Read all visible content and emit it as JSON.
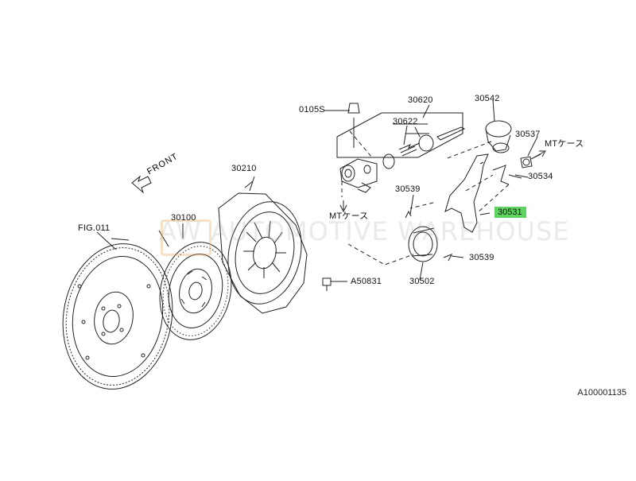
{
  "labels": {
    "fig011": "FIG.011",
    "p30100": "30100",
    "p30210": "30210",
    "p0105s": "0105S",
    "p30620": "30620",
    "p30622": "30622",
    "p30542": "30542",
    "p30537": "30537",
    "mt_case_top": "MTケース",
    "p30534": "30534",
    "p30539_top": "30539",
    "mt_case_mid": "MTケース",
    "p30531": "30531",
    "p30539_bottom": "30539",
    "p30502": "30502",
    "a50831": "A50831",
    "front": "FRONT"
  },
  "highlight_color": "#5fd35f",
  "watermark": {
    "logo": "AW",
    "text": "AUTOMOTIVE WAREHOUSE"
  },
  "diagram_ref": "A100001135"
}
